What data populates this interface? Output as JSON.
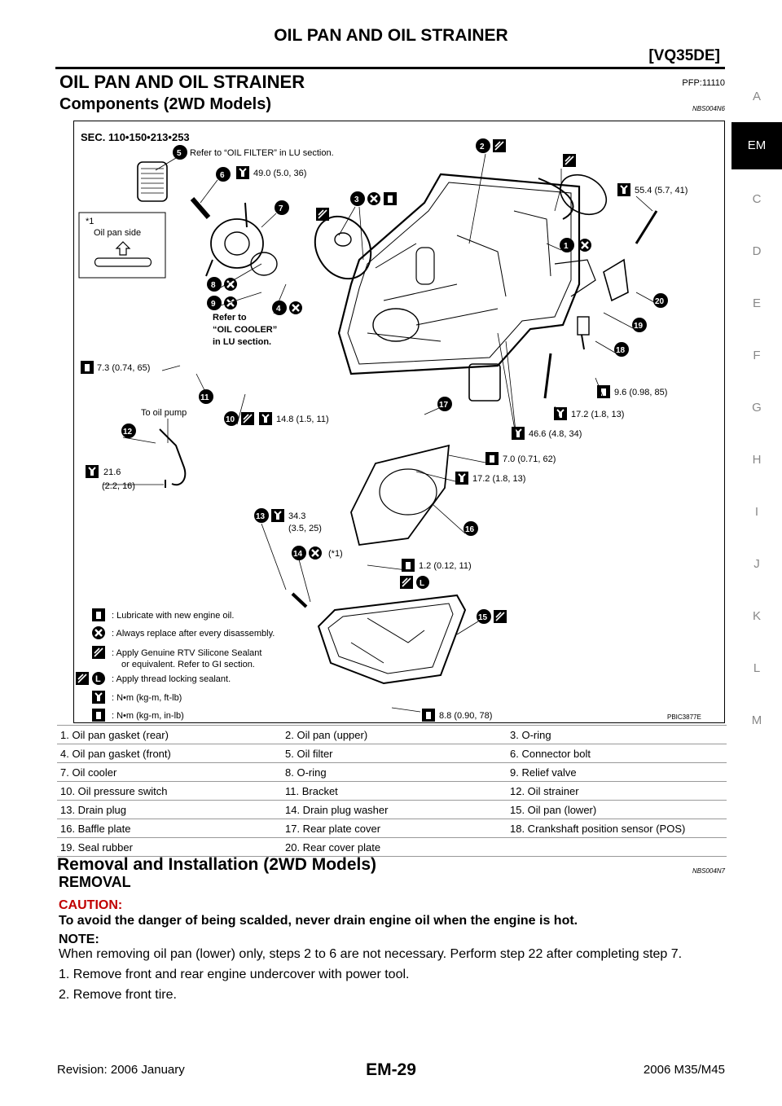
{
  "header": {
    "title": "OIL PAN AND OIL STRAINER",
    "model": "[VQ35DE]"
  },
  "section": {
    "title": "OIL PAN AND OIL STRAINER",
    "pfp": "PFP:11110"
  },
  "components": {
    "title": "Components (2WD Models)",
    "code": "NBS004N6"
  },
  "figure": {
    "sec": "SEC. 110•150•213•253",
    "refer_filter": "Refer to “OIL FILTER” in LU section.",
    "refer_cooler_1": "Refer to",
    "refer_cooler_2": "“OIL COOLER”",
    "refer_cooler_3": "in LU section.",
    "inset_title": "*1",
    "inset_label": "Oil pan side",
    "to_oil_pump": "To oil pump",
    "torques": {
      "t6": "49.0 (5.0, 36)",
      "t1": "55.4 (5.7, 41)",
      "t11": "7.3 (0.74, 65)",
      "t10": "14.8 (1.5, 11)",
      "t18": "9.6 (0.98, 85)",
      "t17a": "17.2 (1.8, 13)",
      "t46": "46.6 (4.8, 34)",
      "t7": "7.0 (0.71, 62)",
      "t17b": "17.2 (1.8, 13)",
      "t12a": "21.6",
      "t12b": "(2.2, 16)",
      "t13a": "34.3",
      "t13b": "(3.5, 25)",
      "t14": "(*1)",
      "t12c": "1.2 (0.12, 11)",
      "t88": "8.8 (0.90, 78)"
    },
    "legend": [
      ": Lubricate with new engine oil.",
      ": Always replace after every disassembly.",
      ": Apply Genuine RTV Silicone Sealant",
      "or equivalent. Refer to GI section.",
      ": Apply thread locking sealant.",
      ": N•m (kg-m, ft-lb)",
      ": N•m (kg-m, in-lb)"
    ],
    "figure_id": "PBIC3877E"
  },
  "parts": [
    [
      "1. Oil pan gasket (rear)",
      "2. Oil pan (upper)",
      "3. O-ring"
    ],
    [
      "4. Oil pan gasket (front)",
      "5. Oil filter",
      "6. Connector bolt"
    ],
    [
      "7. Oil cooler",
      "8. O-ring",
      "9. Relief valve"
    ],
    [
      "10. Oil pressure switch",
      "11. Bracket",
      "12. Oil strainer"
    ],
    [
      "13. Drain plug",
      "14. Drain plug washer",
      "15. Oil pan (lower)"
    ],
    [
      "16. Baffle plate",
      "17. Rear plate cover",
      "18. Crankshaft position sensor (POS)"
    ],
    [
      "19. Seal rubber",
      "20. Rear cover plate",
      ""
    ]
  ],
  "removal": {
    "title": "Removal and Installation (2WD Models)",
    "code": "NBS004N7",
    "sub": "REMOVAL",
    "caution_head": "CAUTION:",
    "caution_body": "To avoid the danger of being scalded, never drain engine oil when the engine is hot.",
    "note_head": "NOTE:",
    "note_body": "When removing oil pan (lower) only, steps 2 to 6 are not necessary. Perform step 22 after completing step 7.",
    "steps": [
      "1. Remove front and rear engine undercover with power tool.",
      "2. Remove front tire."
    ]
  },
  "footer": {
    "left": "Revision: 2006 January",
    "center": "EM-29",
    "right": "2006 M35/M45"
  },
  "side_tabs": [
    "A",
    "EM",
    "C",
    "D",
    "E",
    "F",
    "G",
    "H",
    "I",
    "J",
    "K",
    "L",
    "M"
  ]
}
